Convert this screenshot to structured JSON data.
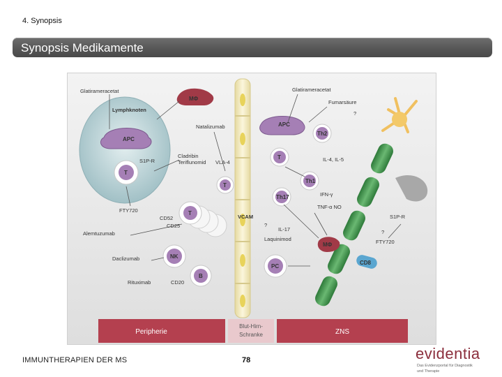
{
  "breadcrumb": "4. Synopsis",
  "title": "Synopsis Medikamente",
  "footer": {
    "left_text": "IMMUNTHERAPIEN DER MS",
    "page_number": "78"
  },
  "logo": {
    "wordmark": "evidentia",
    "tagline_1": "Das Evidenzportal für Diagnostik",
    "tagline_2": "und Therapie"
  },
  "colors": {
    "title_bar": "#555555",
    "band": "#b4404f",
    "cell_purple": "#a57fb5",
    "node_lymph": "#b4d0d4",
    "axon_green": "#3f8f4a",
    "barrier": "#f3e8b8",
    "logo": "#8b2e3c"
  },
  "diagram": {
    "bands": {
      "periphery": "Peripherie",
      "bbb_line1": "Blut-Hirn-",
      "bbb_line2": "Schranke",
      "cns": "ZNS"
    },
    "drugs": {
      "glatiramer_left": "Glatirameracetat",
      "glatiramer_right": "Glatirameracetat",
      "fumarate": "Fumarsäure",
      "natalizumab": "Natalizumab",
      "cladribin": "Cladribin",
      "teriflunomid": "Teriflunomid",
      "fty720_left": "FTY720",
      "fty720_right": "FTY720",
      "alemtuzumab": "Alemtuzumab",
      "daclizumab": "Daclizumab",
      "rituximab": "Rituximab",
      "laquinimod": "Laquinimod"
    },
    "markers": {
      "lymph_node": "Lymphknoten",
      "s1p_left": "S1P-R",
      "s1p_right": "S1P-R",
      "vla4": "VLA-4",
      "vcam": "VCAM",
      "cd52": "CD52",
      "cd25": "CD25",
      "cd20": "CD20",
      "il4_il5": "IL-4, IL-5",
      "ifn": "IFN-γ",
      "tnf_no": "TNF-α NO",
      "il17": "IL-17",
      "q1": "?",
      "q2": "?",
      "q3": "?"
    },
    "cells": {
      "mphi_top": "MΦ",
      "apc_left": "APC",
      "t_left": "T",
      "apc_right": "APC",
      "th2": "Th2",
      "t_right": "T",
      "th1": "Th1",
      "th17": "Th17",
      "t_bbb": "T",
      "t_cluster": "T",
      "nk": "NK",
      "b": "B",
      "pc": "PC",
      "mphi_axon": "MΦ",
      "cd8": "CD8"
    }
  }
}
